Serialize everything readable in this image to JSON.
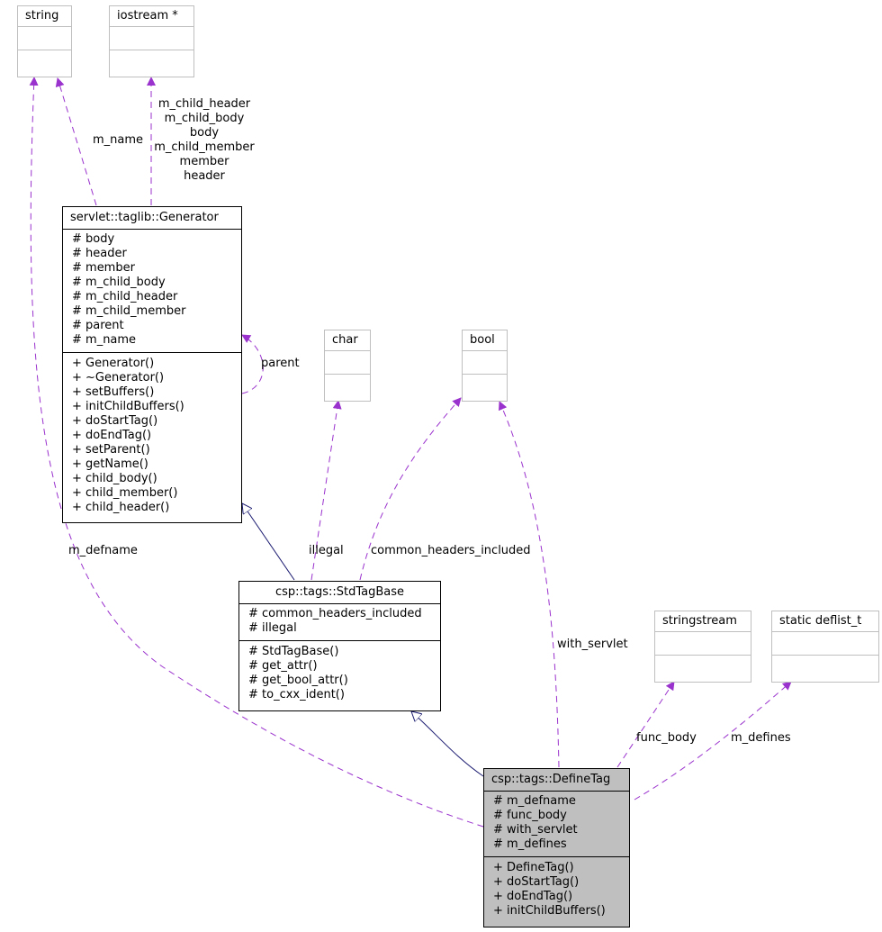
{
  "classes": {
    "string": {
      "name": "string"
    },
    "iostream": {
      "name": "iostream  *"
    },
    "char": {
      "name": "char"
    },
    "bool": {
      "name": "bool"
    },
    "stringstream": {
      "name": "stringstream"
    },
    "deflist": {
      "name": "static deflist_t"
    },
    "generator": {
      "name": "servlet::taglib::Generator",
      "attributes": [
        "# body",
        "# header",
        "# member",
        "# m_child_body",
        "# m_child_header",
        "# m_child_member",
        "# parent",
        "# m_name"
      ],
      "methods": [
        "+ Generator()",
        "+ ~Generator()",
        "+ setBuffers()",
        "+ initChildBuffers()",
        "+ doStartTag()",
        "+ doEndTag()",
        "+ setParent()",
        "+ getName()",
        "+ child_body()",
        "+ child_member()",
        "+ child_header()"
      ]
    },
    "stdtagbase": {
      "name": "csp::tags::StdTagBase",
      "attributes": [
        "# common_headers_included",
        "# illegal"
      ],
      "methods": [
        "# StdTagBase()",
        "# get_attr()",
        "# get_bool_attr()",
        "# to_cxx_ident()"
      ]
    },
    "definetag": {
      "name": "csp::tags::DefineTag",
      "attributes": [
        "# m_defname",
        "# func_body",
        "# with_servlet",
        "# m_defines"
      ],
      "methods": [
        "+ DefineTag()",
        "+ doStartTag()",
        "+ doEndTag()",
        "+ initChildBuffers()"
      ]
    }
  },
  "edge_labels": {
    "m_name": "m_name",
    "iostream_members": [
      "m_child_header",
      "m_child_body",
      "body",
      "m_child_member",
      "member",
      "header"
    ],
    "parent": "parent",
    "m_defname": "m_defname",
    "illegal": "illegal",
    "common_headers_included": "common_headers_included",
    "with_servlet": "with_servlet",
    "func_body": "func_body",
    "m_defines": "m_defines"
  },
  "colors": {
    "dependency": "#9a32cd",
    "inheritance": "#191970",
    "external_border": "#bfbfbf",
    "focus_fill": "#bfbfbf"
  }
}
